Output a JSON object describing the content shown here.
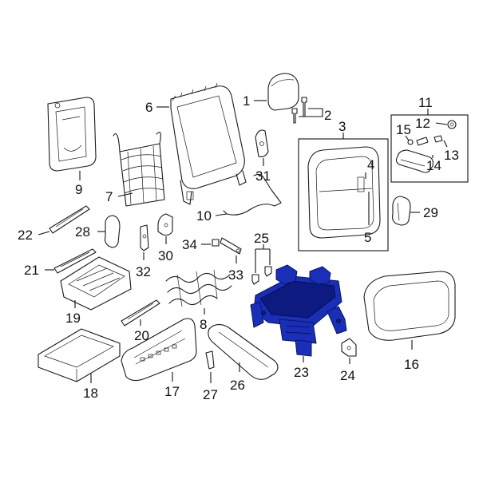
{
  "callouts": {
    "c1": "1",
    "c2": "2",
    "c3": "3",
    "c4": "4",
    "c5": "5",
    "c6": "6",
    "c7": "7",
    "c8": "8",
    "c9": "9",
    "c10": "10",
    "c11": "11",
    "c12": "12",
    "c13": "13",
    "c14": "14",
    "c15": "15",
    "c16": "16",
    "c17": "17",
    "c18": "18",
    "c19": "19",
    "c20": "20",
    "c21": "21",
    "c22": "22",
    "c23": "23",
    "c24": "24",
    "c25": "25",
    "c26": "26",
    "c27": "27",
    "c28": "28",
    "c29": "29",
    "c30": "30",
    "c31": "31",
    "c32": "32",
    "c33": "33",
    "c34": "34"
  },
  "colors": {
    "highlight": "#1a2fb8",
    "line": "#1a1a1a",
    "background": "#ffffff"
  }
}
